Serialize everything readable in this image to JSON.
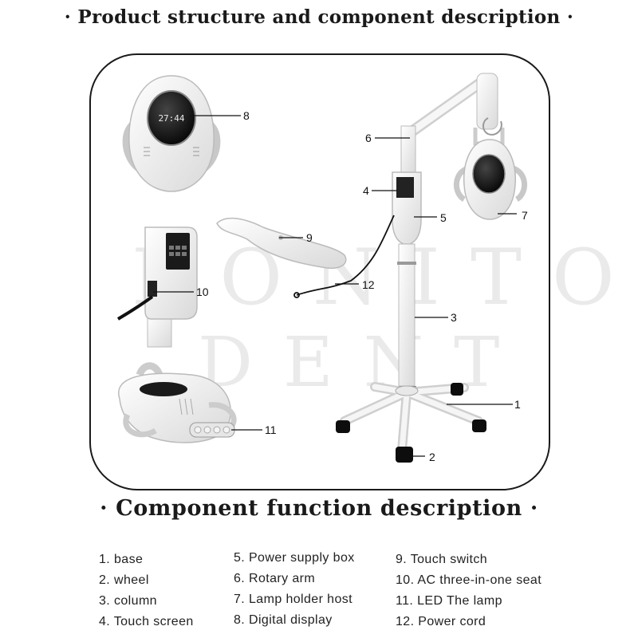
{
  "header": {
    "structure_title": "· Product structure and component description ·",
    "function_title": "· Component function description ·"
  },
  "watermark": {
    "line1": "BONITO",
    "line2": "DENT"
  },
  "callouts": [
    "1",
    "2",
    "3",
    "4",
    "5",
    "6",
    "7",
    "8",
    "9",
    "10",
    "11",
    "12"
  ],
  "display_reading": "27:44",
  "components": {
    "col1": [
      "1. base",
      "2. wheel",
      "3. column",
      "4. Touch screen"
    ],
    "col2": [
      "5. Power supply box",
      "6. Rotary arm",
      "7. Lamp holder host",
      "8. Digital display"
    ],
    "col3": [
      "9. Touch switch",
      "10. AC three-in-one seat",
      "11. LED  The lamp",
      "12. Power cord"
    ]
  }
}
